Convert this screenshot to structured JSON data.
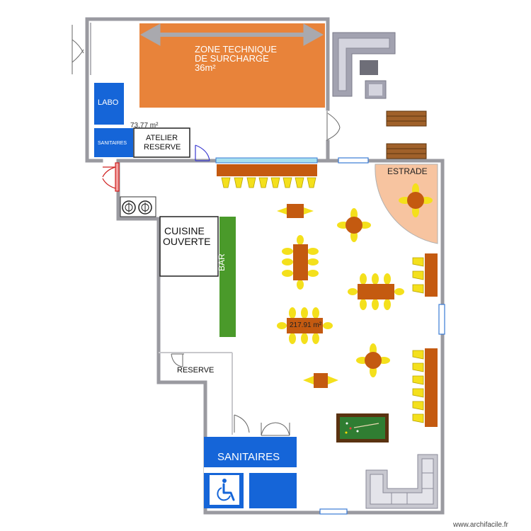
{
  "plan": {
    "zone_title_line1": "ZONE TECHNIQUE",
    "zone_title_line2": "DE SURCHARGE",
    "zone_area": "36m²",
    "labo_label": "LABO",
    "sanitaires_small_label": "SANITAIRES",
    "area_upper": "73.77 m²",
    "atelier_line1": "ATELIER",
    "atelier_line2": "RESERVE",
    "estrade_label": "ESTRADE",
    "cuisine_line1": "CUISINE",
    "cuisine_line2": "OUVERTE",
    "bar_label": "BAR",
    "area_main": "217.91 m²",
    "reserve_label": "RESERVE",
    "sanitaires_label": "SANITAIRES",
    "watermark": "www.archifacile.fr"
  },
  "colors": {
    "wall": "#9a9aa0",
    "technical_zone": "#e8833a",
    "blue_rooms": "#1565d8",
    "bar": "#4a9a2a",
    "table_wood": "#c45a10",
    "chair": "#f4e01c",
    "estrade": "#f7c4a0",
    "billiard": "#2f7d32",
    "window": "#a8e0f0"
  },
  "icons": [
    "wheelchair-icon",
    "cooktop-burner-icon",
    "door-swing-icon",
    "double-arrow-icon"
  ]
}
